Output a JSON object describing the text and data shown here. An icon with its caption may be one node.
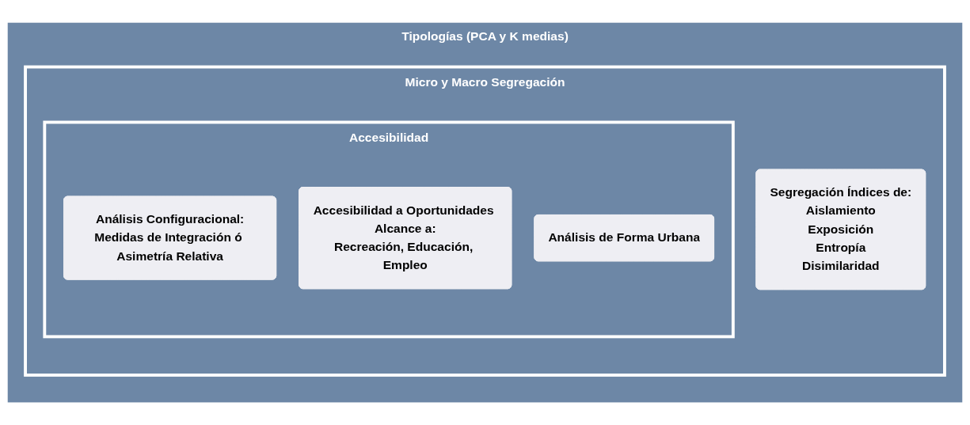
{
  "diagram": {
    "nodes": [
      {
        "text": [
          "Tipologías (PCA y K medias)"
        ]
      },
      {
        "text": [
          "Micro y Macro Segregación"
        ],
        "in": 0
      },
      {
        "text": [
          "Segregación Índices de:",
          "Aislamiento",
          "Exposición",
          "Entropía",
          "Disimilaridad"
        ],
        "in": 1
      },
      {
        "text": [
          "Accesibilidad"
        ],
        "in": 1
      },
      {
        "text": [
          "Análisis Configuracional:",
          "Medidas de Integración ó Asimetría Relativa"
        ],
        "in": 3
      },
      {
        "text": [
          "Accesibilidad a Oportunidades Alcance a:",
          "Recreación, Educación, Empleo"
        ],
        "in": 3
      },
      {
        "text": [
          "Análisis de Forma Urbana"
        ],
        "in": 3
      }
    ]
  }
}
